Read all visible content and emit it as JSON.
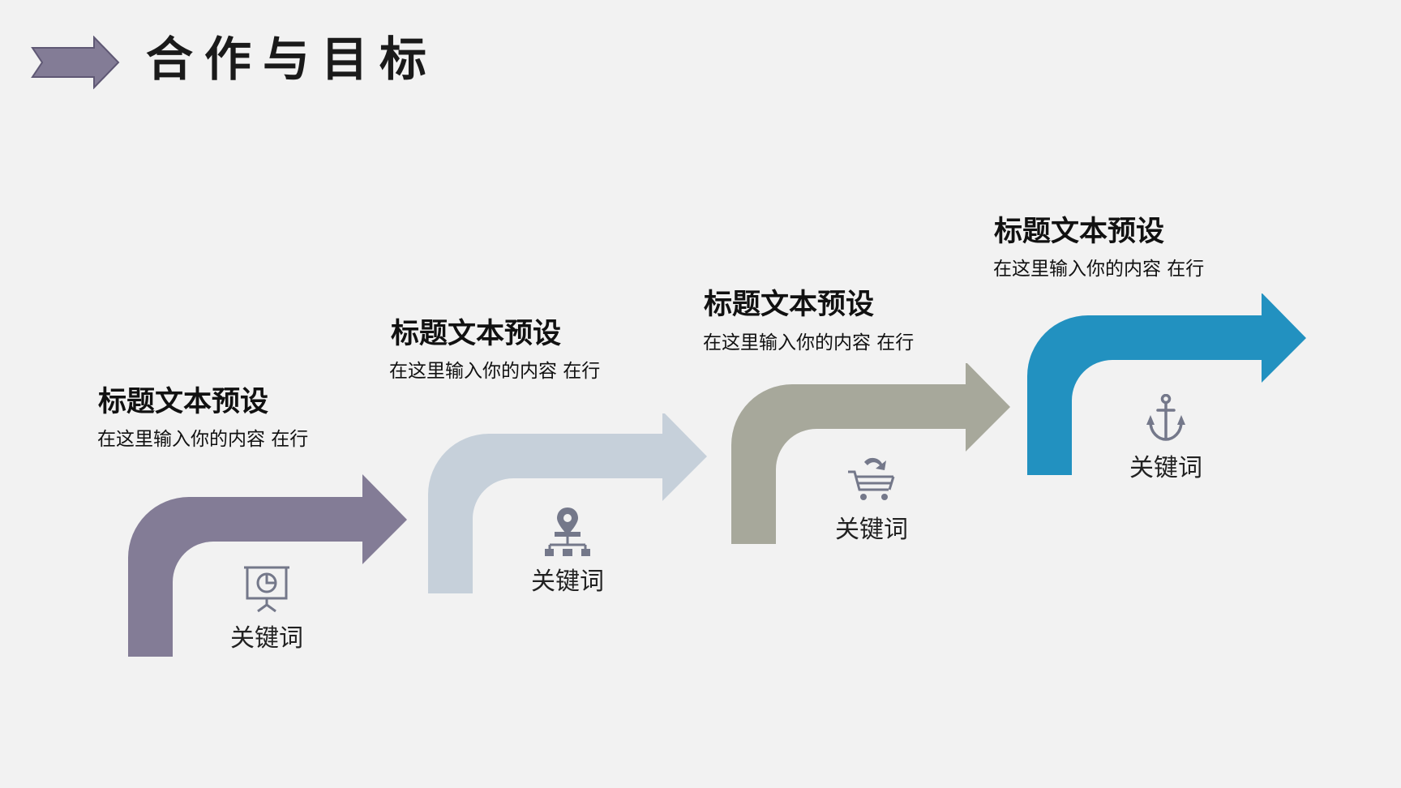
{
  "page_title": "合作与目标",
  "colors": {
    "background": "#f2f2f2",
    "title_arrow": "#837c96",
    "icon": "#74788a"
  },
  "steps": [
    {
      "title": "标题文本预设",
      "desc": "在这里输入你的内容 在行",
      "keyword": "关键词",
      "color": "#837c96",
      "icon": "presentation-chart-icon"
    },
    {
      "title": "标题文本预设",
      "desc": "在这里输入你的内容 在行",
      "keyword": "关键词",
      "color": "#c6d0da",
      "icon": "location-network-icon"
    },
    {
      "title": "标题文本预设",
      "desc": "在这里输入你的内容 在行",
      "keyword": "关键词",
      "color": "#a7a89b",
      "icon": "shopping-cart-icon"
    },
    {
      "title": "标题文本预设",
      "desc": "在这里输入你的内容 在行",
      "keyword": "关键词",
      "color": "#2291c0",
      "icon": "anchor-icon"
    }
  ]
}
